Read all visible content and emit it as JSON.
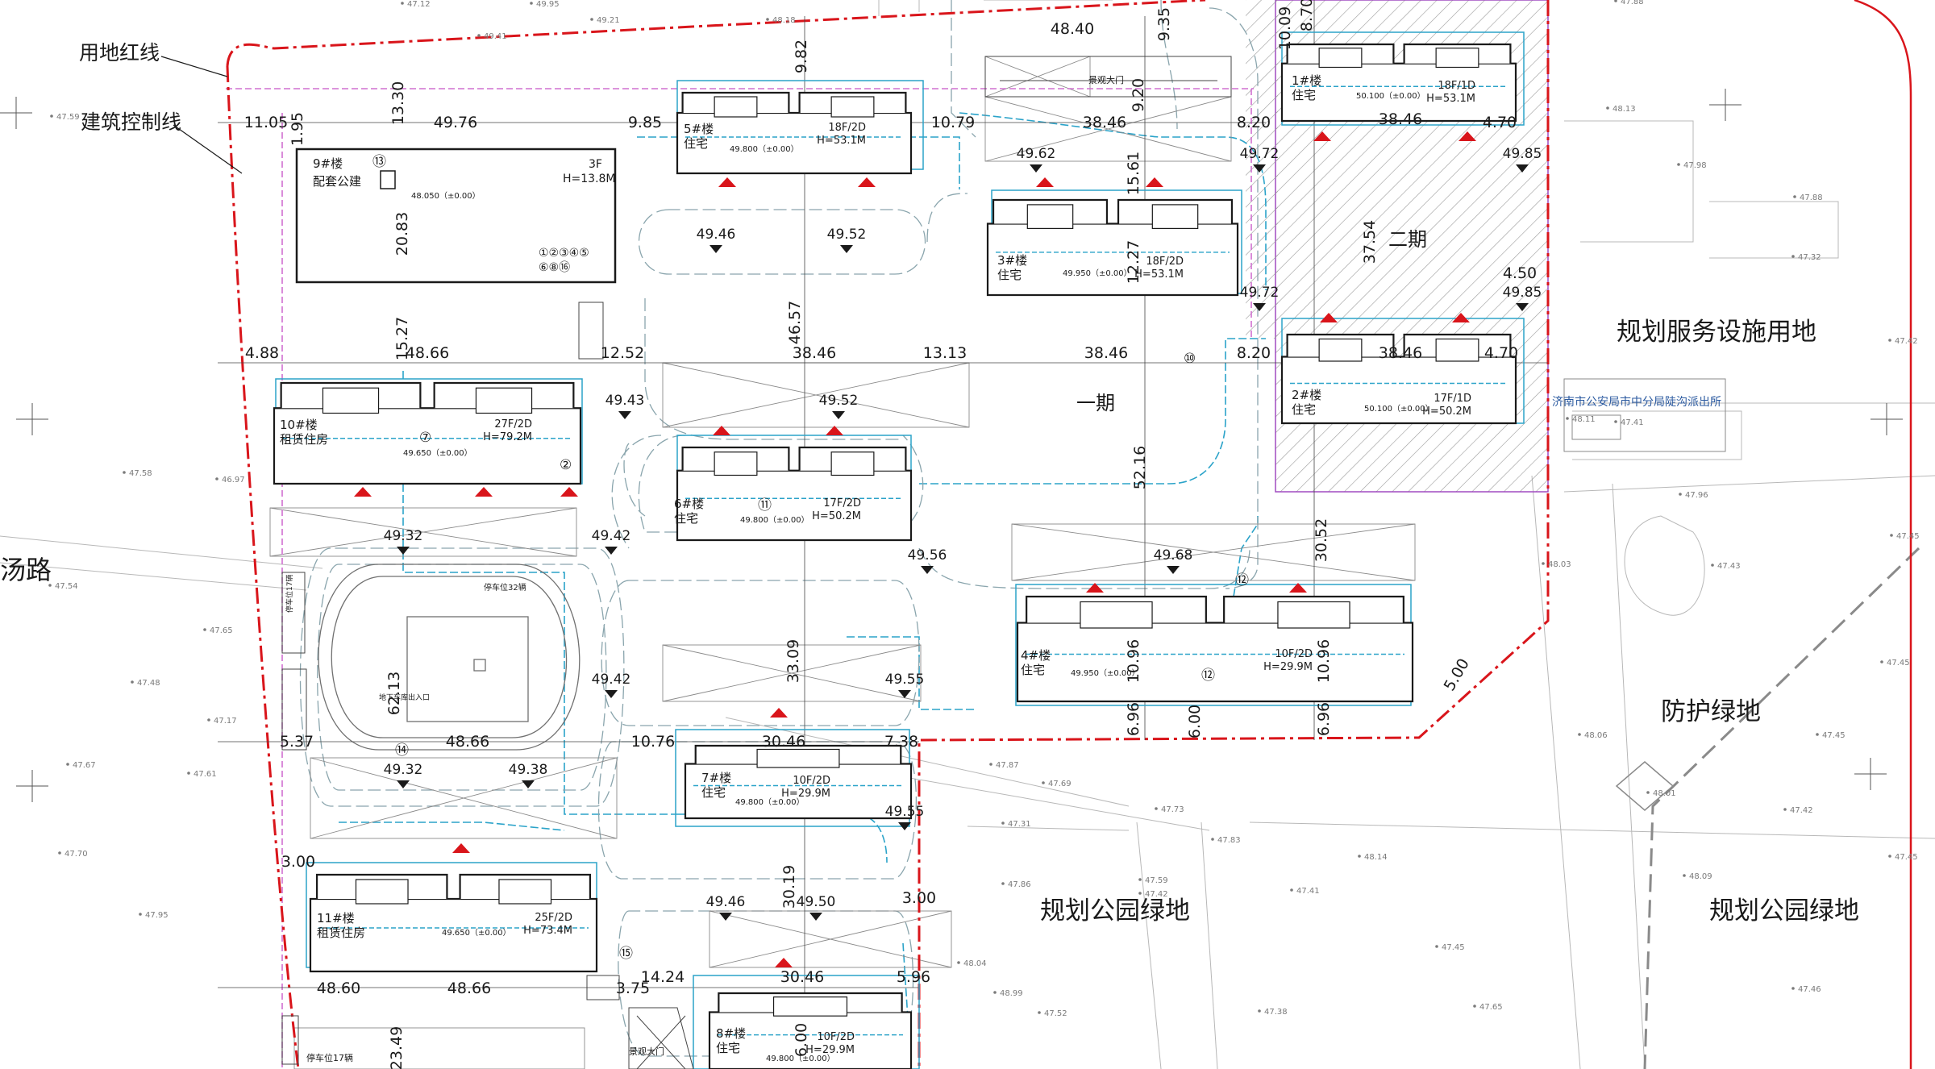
{
  "colors": {
    "background": "#ffffff",
    "redline": "#d9151b",
    "linework": "#1a1a1a",
    "cyan": "#2ba3c9",
    "phase2_hatch": "#9a9a9a",
    "pink": "#d070d0",
    "gray_dim": "#8a8a8a"
  },
  "legend": {
    "red_line": "用地红线",
    "control_line": "建筑控制线"
  },
  "zones": {
    "phase1": "一期",
    "phase2": "二期",
    "service": "规划服务设施用地",
    "green_protect": "防护绿地",
    "park_a": "规划公园绿地",
    "park_b": "规划公园绿地",
    "road": "汤路",
    "police": "济南市公安局市中分局陡沟派出所",
    "main_gate": "景观大门",
    "sub_gate": "景观大门"
  },
  "buildings": [
    {
      "id": "b1",
      "name": "1#楼",
      "use": "住宅",
      "floors": "18F/1D",
      "height": "H=53.1M",
      "level": "50.100（±0.00）"
    },
    {
      "id": "b2",
      "name": "2#楼",
      "use": "住宅",
      "floors": "17F/1D",
      "height": "H=50.2M",
      "level": "50.100（±0.00）"
    },
    {
      "id": "b3",
      "name": "3#楼",
      "use": "住宅",
      "floors": "18F/2D",
      "height": "H=53.1M",
      "level": "49.950（±0.00）"
    },
    {
      "id": "b4",
      "name": "4#楼",
      "use": "住宅",
      "floors": "10F/2D",
      "height": "H=29.9M",
      "level": "49.950（±0.00）"
    },
    {
      "id": "b5",
      "name": "5#楼",
      "use": "住宅",
      "floors": "18F/2D",
      "height": "H=53.1M",
      "level": "49.800（±0.00）"
    },
    {
      "id": "b6",
      "name": "6#楼",
      "use": "住宅",
      "floors": "17F/2D",
      "height": "H=50.2M",
      "level": "49.800（±0.00）"
    },
    {
      "id": "b7",
      "name": "7#楼",
      "use": "住宅",
      "floors": "10F/2D",
      "height": "H=29.9M",
      "level": "49.800（±0.00）"
    },
    {
      "id": "b8",
      "name": "8#楼",
      "use": "住宅",
      "floors": "10F/2D",
      "height": "H=29.9M",
      "level": "49.800（±0.00）"
    },
    {
      "id": "b9",
      "name": "9#楼",
      "use": "配套公建",
      "floors": "3F",
      "height": "H=13.8M",
      "level": "48.050（±0.00）"
    },
    {
      "id": "b10",
      "name": "10#楼",
      "use": "租赁住房",
      "floors": "27F/2D",
      "height": "H=79.2M",
      "level": "49.650（±0.00）"
    },
    {
      "id": "b11",
      "name": "11#楼",
      "use": "租赁住房",
      "floors": "25F/2D",
      "height": "H=73.4M",
      "level": "49.650（±0.00）"
    }
  ],
  "b9_index": "①②③④⑤",
  "b9_index2": "⑥⑧⑯",
  "parking": {
    "p32": "停车位32辆",
    "p17": "停车位17辆",
    "p_side": "停车位17辆",
    "basement_entry": "地下车库出入口"
  },
  "circles": [
    "⑬",
    "⑦",
    "②",
    "⑪",
    "⑫",
    "⑭",
    "⑫",
    "⑮",
    "⑩"
  ],
  "dims": [
    {
      "t": "11.05"
    },
    {
      "t": "49.76"
    },
    {
      "t": "9.85"
    },
    {
      "t": "10.79"
    },
    {
      "t": "38.46"
    },
    {
      "t": "8.20"
    },
    {
      "t": "4.70"
    },
    {
      "t": "4.88"
    },
    {
      "t": "48.66"
    },
    {
      "t": "12.52"
    },
    {
      "t": "38.46"
    },
    {
      "t": "13.13"
    },
    {
      "t": "38.46"
    },
    {
      "t": "8.20"
    },
    {
      "t": "38.46"
    },
    {
      "t": "4.70"
    },
    {
      "t": "38.46"
    },
    {
      "t": "5.37"
    },
    {
      "t": "48.66"
    },
    {
      "t": "10.76"
    },
    {
      "t": "30.46"
    },
    {
      "t": "7.38"
    },
    {
      "t": "48.60"
    },
    {
      "t": "48.66"
    },
    {
      "t": "14.24"
    },
    {
      "t": "30.46"
    },
    {
      "t": "5.96"
    },
    {
      "t": "3.75"
    },
    {
      "t": "48.40"
    },
    {
      "t": "13.30"
    },
    {
      "t": "1.95"
    },
    {
      "t": "20.83"
    },
    {
      "t": "15.27"
    },
    {
      "t": "9.82"
    },
    {
      "t": "9.35"
    },
    {
      "t": "9.20"
    },
    {
      "t": "15.61"
    },
    {
      "t": "12.27"
    },
    {
      "t": "46.57"
    },
    {
      "t": "52.16"
    },
    {
      "t": "37.54"
    },
    {
      "t": "30.52"
    },
    {
      "t": "33.09"
    },
    {
      "t": "30.19"
    },
    {
      "t": "62.13"
    },
    {
      "t": "10.96"
    },
    {
      "t": "10.96"
    },
    {
      "t": "6.96"
    },
    {
      "t": "6.00"
    },
    {
      "t": "6.96"
    },
    {
      "t": "23.49"
    },
    {
      "t": "6.00"
    },
    {
      "t": "3.00"
    },
    {
      "t": "3.00"
    },
    {
      "t": "5.00"
    },
    {
      "t": "4.50"
    },
    {
      "t": "10.09"
    },
    {
      "t": "8.70"
    }
  ],
  "levels": [
    {
      "t": "49.62"
    },
    {
      "t": "49.72"
    },
    {
      "t": "49.85"
    },
    {
      "t": "49.46"
    },
    {
      "t": "49.52"
    },
    {
      "t": "49.72"
    },
    {
      "t": "49.85"
    },
    {
      "t": "49.43"
    },
    {
      "t": "49.52"
    },
    {
      "t": "49.32"
    },
    {
      "t": "49.42"
    },
    {
      "t": "49.56"
    },
    {
      "t": "49.68"
    },
    {
      "t": "49.42"
    },
    {
      "t": "49.55"
    },
    {
      "t": "49.32"
    },
    {
      "t": "49.38"
    },
    {
      "t": "49.55"
    },
    {
      "t": "49.46"
    },
    {
      "t": "49.50"
    }
  ],
  "survey": [
    {
      "t": "47.12"
    },
    {
      "t": "49.95"
    },
    {
      "t": "49.21"
    },
    {
      "t": "48.18"
    },
    {
      "t": "47.88"
    },
    {
      "t": "49.41"
    },
    {
      "t": "48.13"
    },
    {
      "t": "47.59"
    },
    {
      "t": "47.98"
    },
    {
      "t": "47.32"
    },
    {
      "t": "47.88"
    },
    {
      "t": "47.42"
    },
    {
      "t": "47.41"
    },
    {
      "t": "47.58"
    },
    {
      "t": "46.97"
    },
    {
      "t": "47.96"
    },
    {
      "t": "47.45"
    },
    {
      "t": "47.43"
    },
    {
      "t": "47.54"
    },
    {
      "t": "47.65"
    },
    {
      "t": "47.48"
    },
    {
      "t": "47.17"
    },
    {
      "t": "47.67"
    },
    {
      "t": "47.61"
    },
    {
      "t": "47.70"
    },
    {
      "t": "47.95"
    },
    {
      "t": "47.87"
    },
    {
      "t": "47.69"
    },
    {
      "t": "47.73"
    },
    {
      "t": "47.31"
    },
    {
      "t": "47.83"
    },
    {
      "t": "48.14"
    },
    {
      "t": "47.86"
    },
    {
      "t": "47.59"
    },
    {
      "t": "47.42"
    },
    {
      "t": "47.41"
    },
    {
      "t": "47.45"
    },
    {
      "t": "48.04"
    },
    {
      "t": "48.99"
    },
    {
      "t": "47.52"
    },
    {
      "t": "47.38"
    },
    {
      "t": "47.65"
    },
    {
      "t": "48.01"
    },
    {
      "t": "48.06"
    },
    {
      "t": "48.09"
    },
    {
      "t": "47.46"
    },
    {
      "t": "47.45"
    },
    {
      "t": "47.45"
    },
    {
      "t": "48.03"
    },
    {
      "t": "47.45"
    },
    {
      "t": "47.42"
    },
    {
      "t": "48.11"
    }
  ]
}
